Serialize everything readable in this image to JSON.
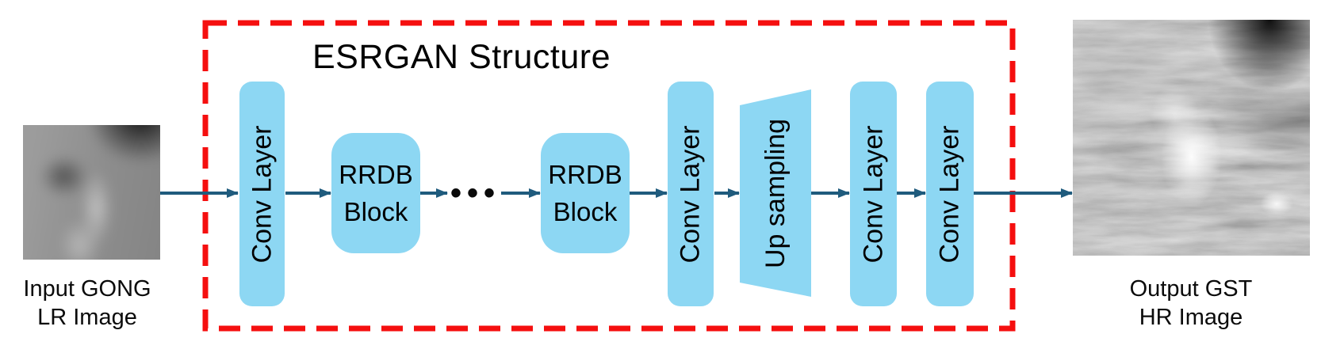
{
  "diagram": {
    "title": "ESRGAN Structure",
    "input_figure": {
      "caption_line1": "Input GONG",
      "caption_line2": "LR Image"
    },
    "output_figure": {
      "caption_line1": "Output GST",
      "caption_line2": "HR Image"
    },
    "blocks": [
      {
        "id": "conv-layer-1",
        "label": "Conv Layer"
      },
      {
        "id": "rrdb-block-1",
        "label": "RRDB\nBlock"
      },
      {
        "id": "ellipsis",
        "label": "•••"
      },
      {
        "id": "rrdb-block-2",
        "label": "RRDB\nBlock"
      },
      {
        "id": "conv-layer-2",
        "label": "Conv Layer"
      },
      {
        "id": "up-sampling",
        "label": "Up sampling"
      },
      {
        "id": "conv-layer-3",
        "label": "Conv Layer"
      },
      {
        "id": "conv-layer-4",
        "label": "Conv Layer"
      }
    ],
    "colors": {
      "block_fill": "#8DD7F3",
      "arrow": "#1F5B7D",
      "dashed_border": "#F50F0F",
      "text": "#000000",
      "background": "#FFFFFF"
    }
  }
}
